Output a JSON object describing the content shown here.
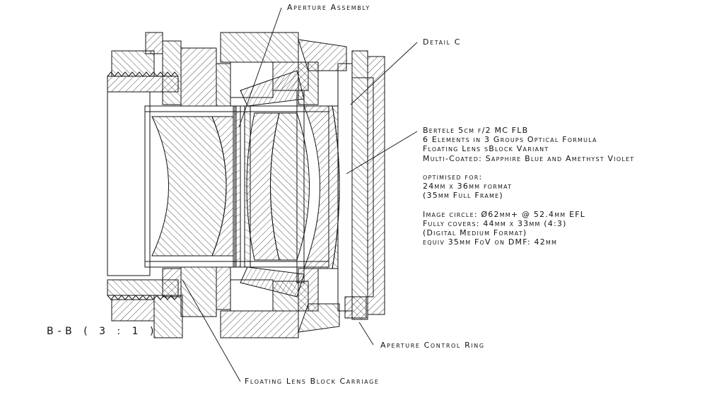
{
  "labels": {
    "aperture_assembly": "Aperture Assembly",
    "detail_c": "Detail C",
    "aperture_control_ring": "Aperture Control Ring",
    "floating_lens_block_carriage": "Floating Lens Block Carriage",
    "section": "B-B ( 3 : 1 )"
  },
  "spec": {
    "line1": "Bertele 5cm f/2 MC FLB",
    "line2": "6 Elements in 3 Groups Optical Formula",
    "line3": "Floating Lens sBlock Variant",
    "line4": "Multi-Coated: Sapphire Blue and Amethyst Violet",
    "line5": "optimised for:",
    "line6": "24mm x 36mm format",
    "line7": "(35mm Full Frame)",
    "line8": "Image circle: Ø62mm+ @ 52.4mm EFL",
    "line9": "Fully covers: 44mm x 33mm (4:3)",
    "line10": "(Digital Medium Format)",
    "line11": "equiv 35mm FoV on DMF: 42mm"
  }
}
